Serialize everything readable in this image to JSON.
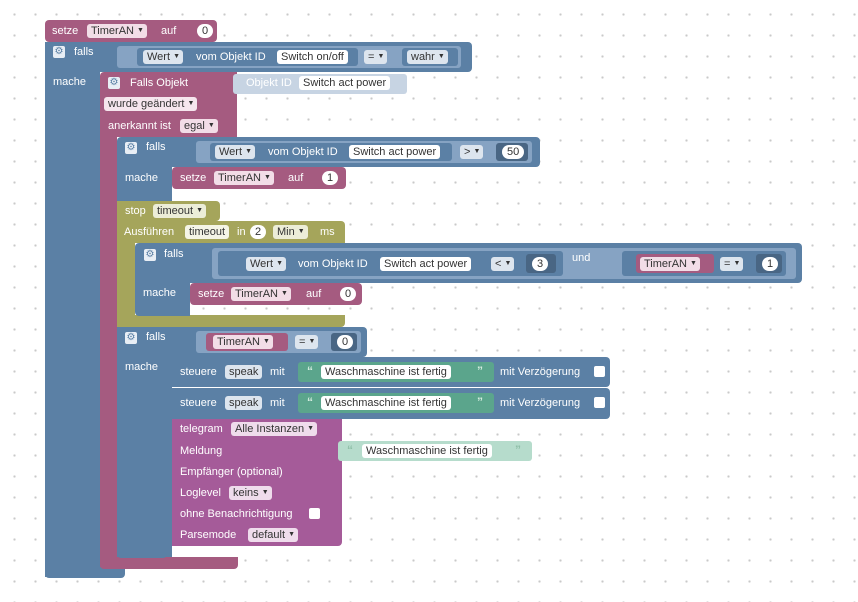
{
  "setze_top": {
    "label": "setze",
    "var": "TimerAN",
    "auf": "auf",
    "value": "0"
  },
  "if1": {
    "falls": "falls",
    "mache": "mache",
    "wert": "Wert",
    "vom": "vom Objekt ID",
    "obj": "Switch on/off",
    "op": "=",
    "val": "wahr"
  },
  "trigger": {
    "falls_objekt": "Falls Objekt",
    "objekt_id": "Objekt ID",
    "obj": "Switch act power",
    "wurde": "wurde geändert",
    "anerkannt": "anerkannt ist",
    "egal": "egal"
  },
  "if2": {
    "falls": "falls",
    "mache": "mache",
    "wert": "Wert",
    "vom": "vom Objekt ID",
    "obj": "Switch act power",
    "op": ">",
    "val": "50",
    "setze": "setze",
    "var": "TimerAN",
    "auf": "auf",
    "setval": "1"
  },
  "stop": {
    "label": "stop",
    "value": "timeout"
  },
  "timeout": {
    "label": "Ausführen",
    "name": "timeout",
    "in": "in",
    "n": "2",
    "unit": "Min",
    "ms": "ms"
  },
  "if3": {
    "falls": "falls",
    "mache": "mache",
    "wert": "Wert",
    "vom": "vom Objekt ID",
    "obj": "Switch act power",
    "op": "<",
    "val": "3",
    "und": "und",
    "var": "TimerAN",
    "op2": "=",
    "val2": "1",
    "setze": "setze",
    "svar": "TimerAN",
    "auf": "auf",
    "setval": "0"
  },
  "if4": {
    "falls": "falls",
    "mache": "mache",
    "var": "TimerAN",
    "op": "=",
    "val": "0"
  },
  "speak1": {
    "steuere": "steuere",
    "speak": "speak",
    "mit": "mit",
    "text": "Waschmaschine ist fertig",
    "delay": "mit Verzögerung"
  },
  "speak2": {
    "steuere": "steuere",
    "speak": "speak",
    "mit": "mit",
    "text": "Waschmaschine ist fertig",
    "delay": "mit Verzögerung"
  },
  "telegram": {
    "label": "telegram",
    "instances": "Alle Instanzen",
    "meldung": "Meldung",
    "text": "Waschmaschine ist fertig",
    "empfaenger": "Empfänger (optional)",
    "loglevel": "Loglevel",
    "loglevel_val": "keins",
    "ohne": "ohne Benachrichtigung",
    "parsemode": "Parsemode",
    "parsemode_val": "default"
  },
  "colors": {
    "logic": "#5b80a5",
    "variable": "#a55b80",
    "timeout": "#a5a55b",
    "text": "#5ba58c",
    "telegram": "#a55b99"
  }
}
